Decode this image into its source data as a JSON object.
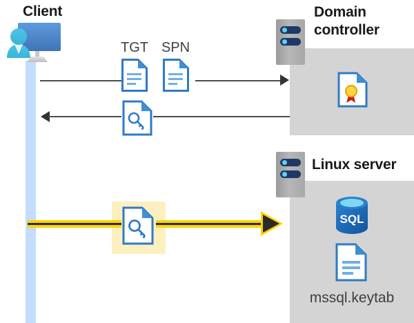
{
  "diagram": {
    "title_client": "Client",
    "title_domain_controller": "Domain\ncontroller",
    "title_domain_controller_line1": "Domain",
    "title_domain_controller_line2": "controller",
    "title_linux_server": "Linux server",
    "labels": {
      "tgt": "TGT",
      "spn": "SPN",
      "keytab_file": "mssql.keytab",
      "sql_text": "SQL"
    },
    "icons": {
      "client": "client-user-monitor-icon",
      "server_dc": "server-rack-icon",
      "server_linux": "server-rack-icon",
      "tgt_doc": "document-icon",
      "spn_doc": "document-icon",
      "ticket_key_doc": "document-with-key-icon",
      "service_ticket_doc": "document-with-key-icon",
      "certificate": "certificate-document-icon",
      "sql_database": "sql-database-icon",
      "keytab_doc": "document-icon"
    },
    "flows": [
      {
        "name": "request-tgt-spn",
        "direction": "right",
        "from": "client",
        "to": "domain-controller",
        "style": "plain",
        "carries": [
          "TGT",
          "SPN"
        ]
      },
      {
        "name": "receive-service-ticket",
        "direction": "left",
        "from": "domain-controller",
        "to": "client",
        "style": "plain",
        "carries": [
          "service-ticket"
        ]
      },
      {
        "name": "present-service-ticket",
        "direction": "right",
        "from": "client",
        "to": "linux-server",
        "style": "highlighted",
        "carries": [
          "service-ticket"
        ]
      }
    ],
    "colors": {
      "panel_gray": "#d4d4d4",
      "lifeline_blue": "#c2ddfd",
      "highlight_yellow": "#fdf0c0",
      "flow_yellow": "#ffd400",
      "line_gray": "#4a4a4a",
      "doc_blue": "#2f7ac6",
      "sql_blue": "#1d6ab5",
      "cert_gold": "#f5c518",
      "cert_red": "#cc1f1f",
      "title_black": "#1a1a1a",
      "text_gray": "#3f3f3f"
    }
  }
}
